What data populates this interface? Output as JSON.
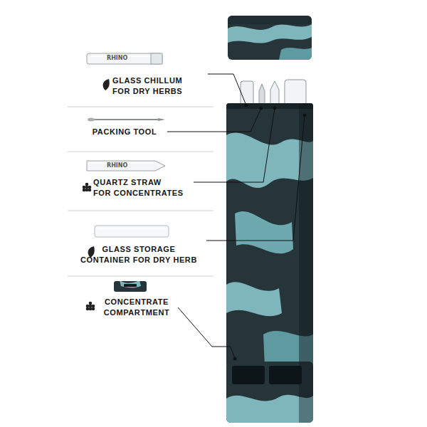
{
  "diagram": {
    "labels": [
      "GLASS CHILLUM FOR DRY HERBS",
      "PACKING TOOL",
      "QUARTZ STRAW FOR CONCENTRATES",
      "GLASS STORAGE CONTAINER FOR DRY HERB",
      "CONCENTRATE COMPARTMENT",
      "RHINO",
      "RHINO"
    ]
  }
}
